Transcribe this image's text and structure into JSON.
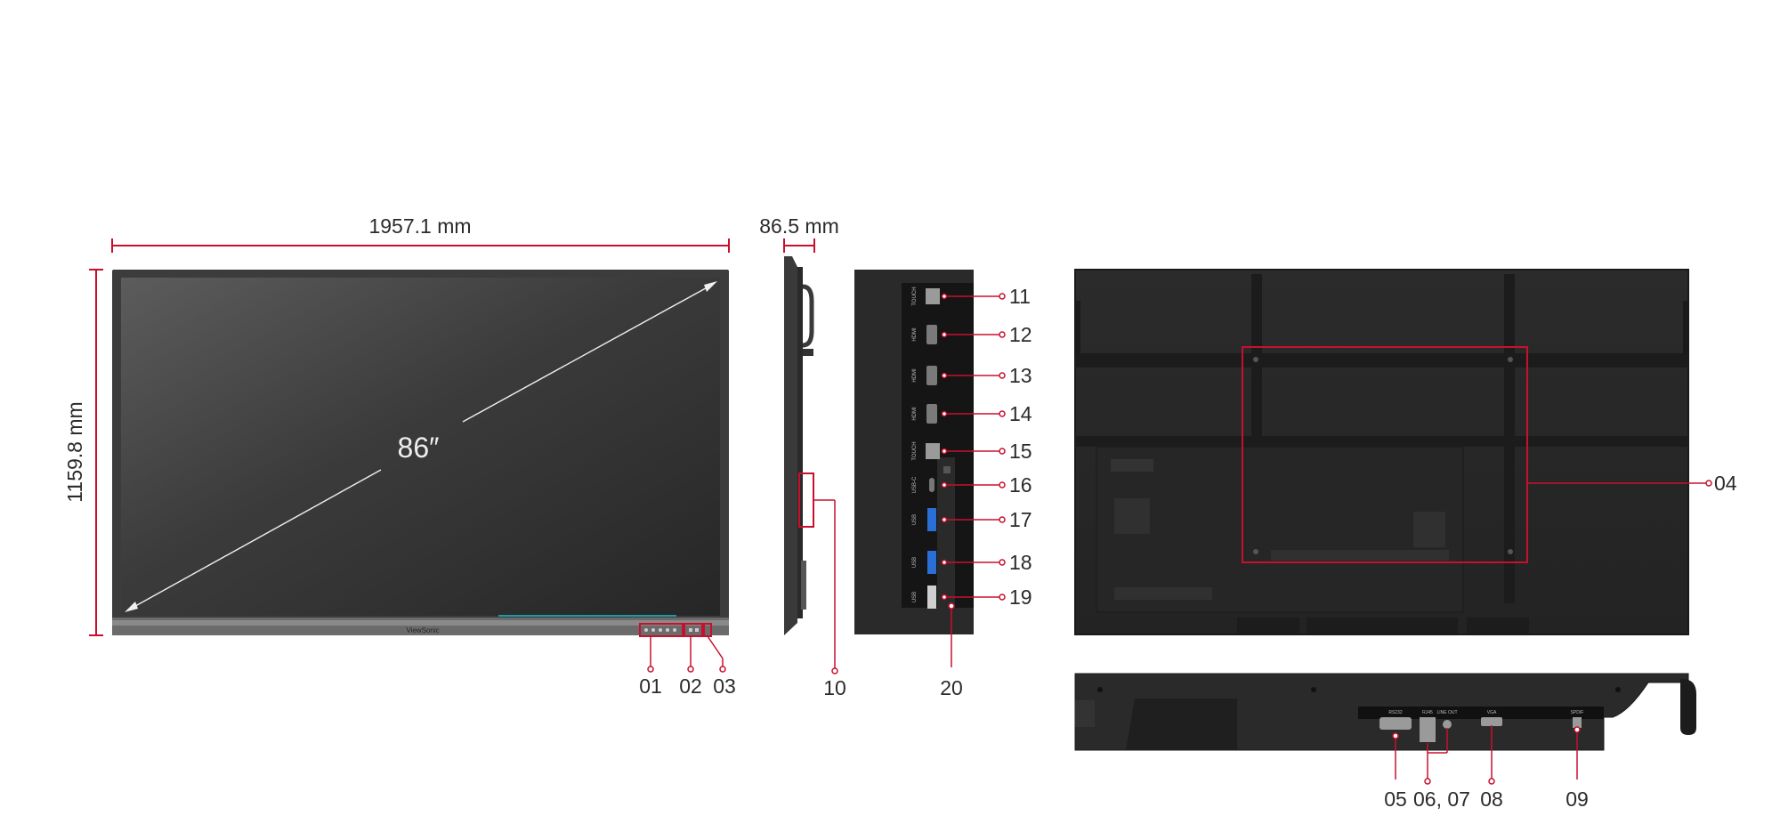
{
  "dimensions": {
    "width": "1957.1 mm",
    "height": "1159.8 mm",
    "depth": "86.5 mm",
    "diagonal": "86″"
  },
  "brand": "ViewSonic",
  "callouts": {
    "c01": "01",
    "c02": "02",
    "c03": "03",
    "c04": "04",
    "c05": "05",
    "c0607": "06, 07",
    "c08": "08",
    "c09": "09",
    "c10": "10",
    "c11": "11",
    "c12": "12",
    "c13": "13",
    "c14": "14",
    "c15": "15",
    "c16": "16",
    "c17": "17",
    "c18": "18",
    "c19": "19",
    "c20": "20"
  },
  "port_labels": {
    "p11": "TOUCH",
    "p12": "HDMI",
    "p13": "HDMI",
    "p14": "HDMI",
    "p15": "TOUCH",
    "p16": "USB-C",
    "p17": "USB",
    "p18": "USB",
    "p19": "USB",
    "p05": "RS232",
    "p06": "RJ45",
    "p07": "LINE OUT",
    "p08": "VGA",
    "p09": "SPDIF"
  },
  "colors": {
    "accent": "#c8102e",
    "bezel": "#3a3a3a",
    "panel": "#2a2a2a"
  }
}
